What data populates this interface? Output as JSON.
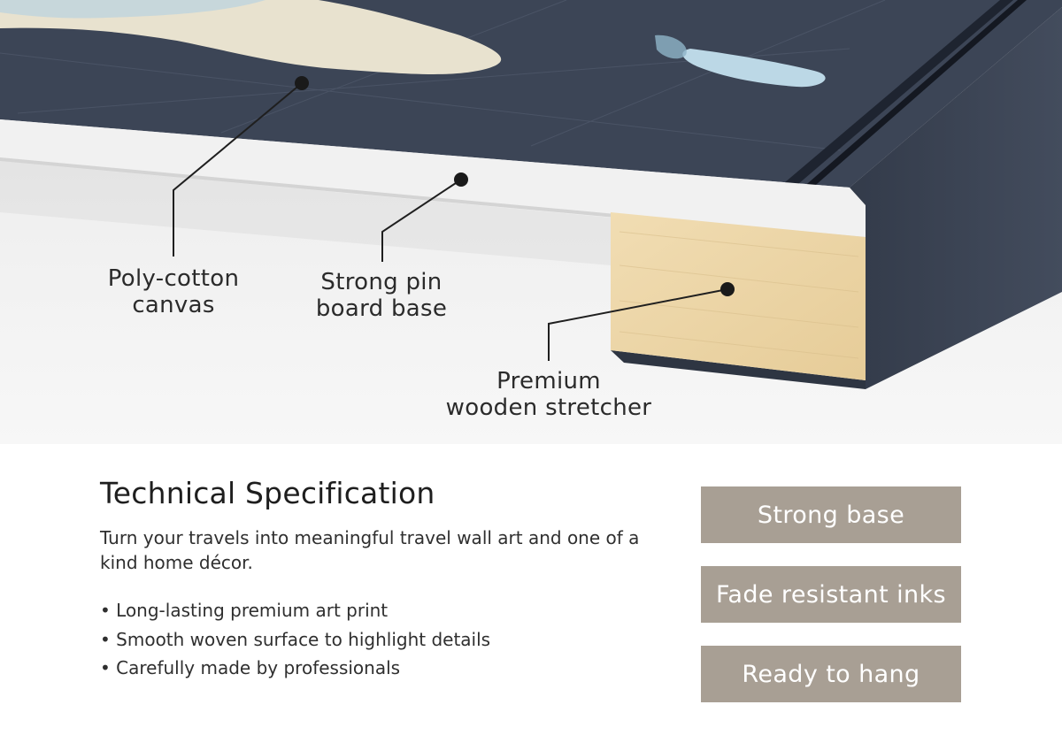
{
  "callouts": {
    "canvas": [
      "Poly-cotton",
      "canvas"
    ],
    "pin_board": [
      "Strong pin",
      "board base"
    ],
    "stretcher": [
      "Premium",
      "wooden stretcher"
    ]
  },
  "spec": {
    "title": "Technical Specification",
    "intro": "Turn your travels into meaningful travel wall art and one of a kind home décor.",
    "features": [
      "Long-lasting premium art print",
      "Smooth woven surface to highlight details",
      "Carefully made by professionals"
    ]
  },
  "badges": [
    "Strong base",
    "Fade resistant inks",
    "Ready to hang"
  ],
  "colors": {
    "canvas_navy": "#3a4354",
    "board_white": "#f2f2f2",
    "wood": "#ecd6a8",
    "badge": "#a89f94",
    "marker": "#1a1a1a"
  }
}
